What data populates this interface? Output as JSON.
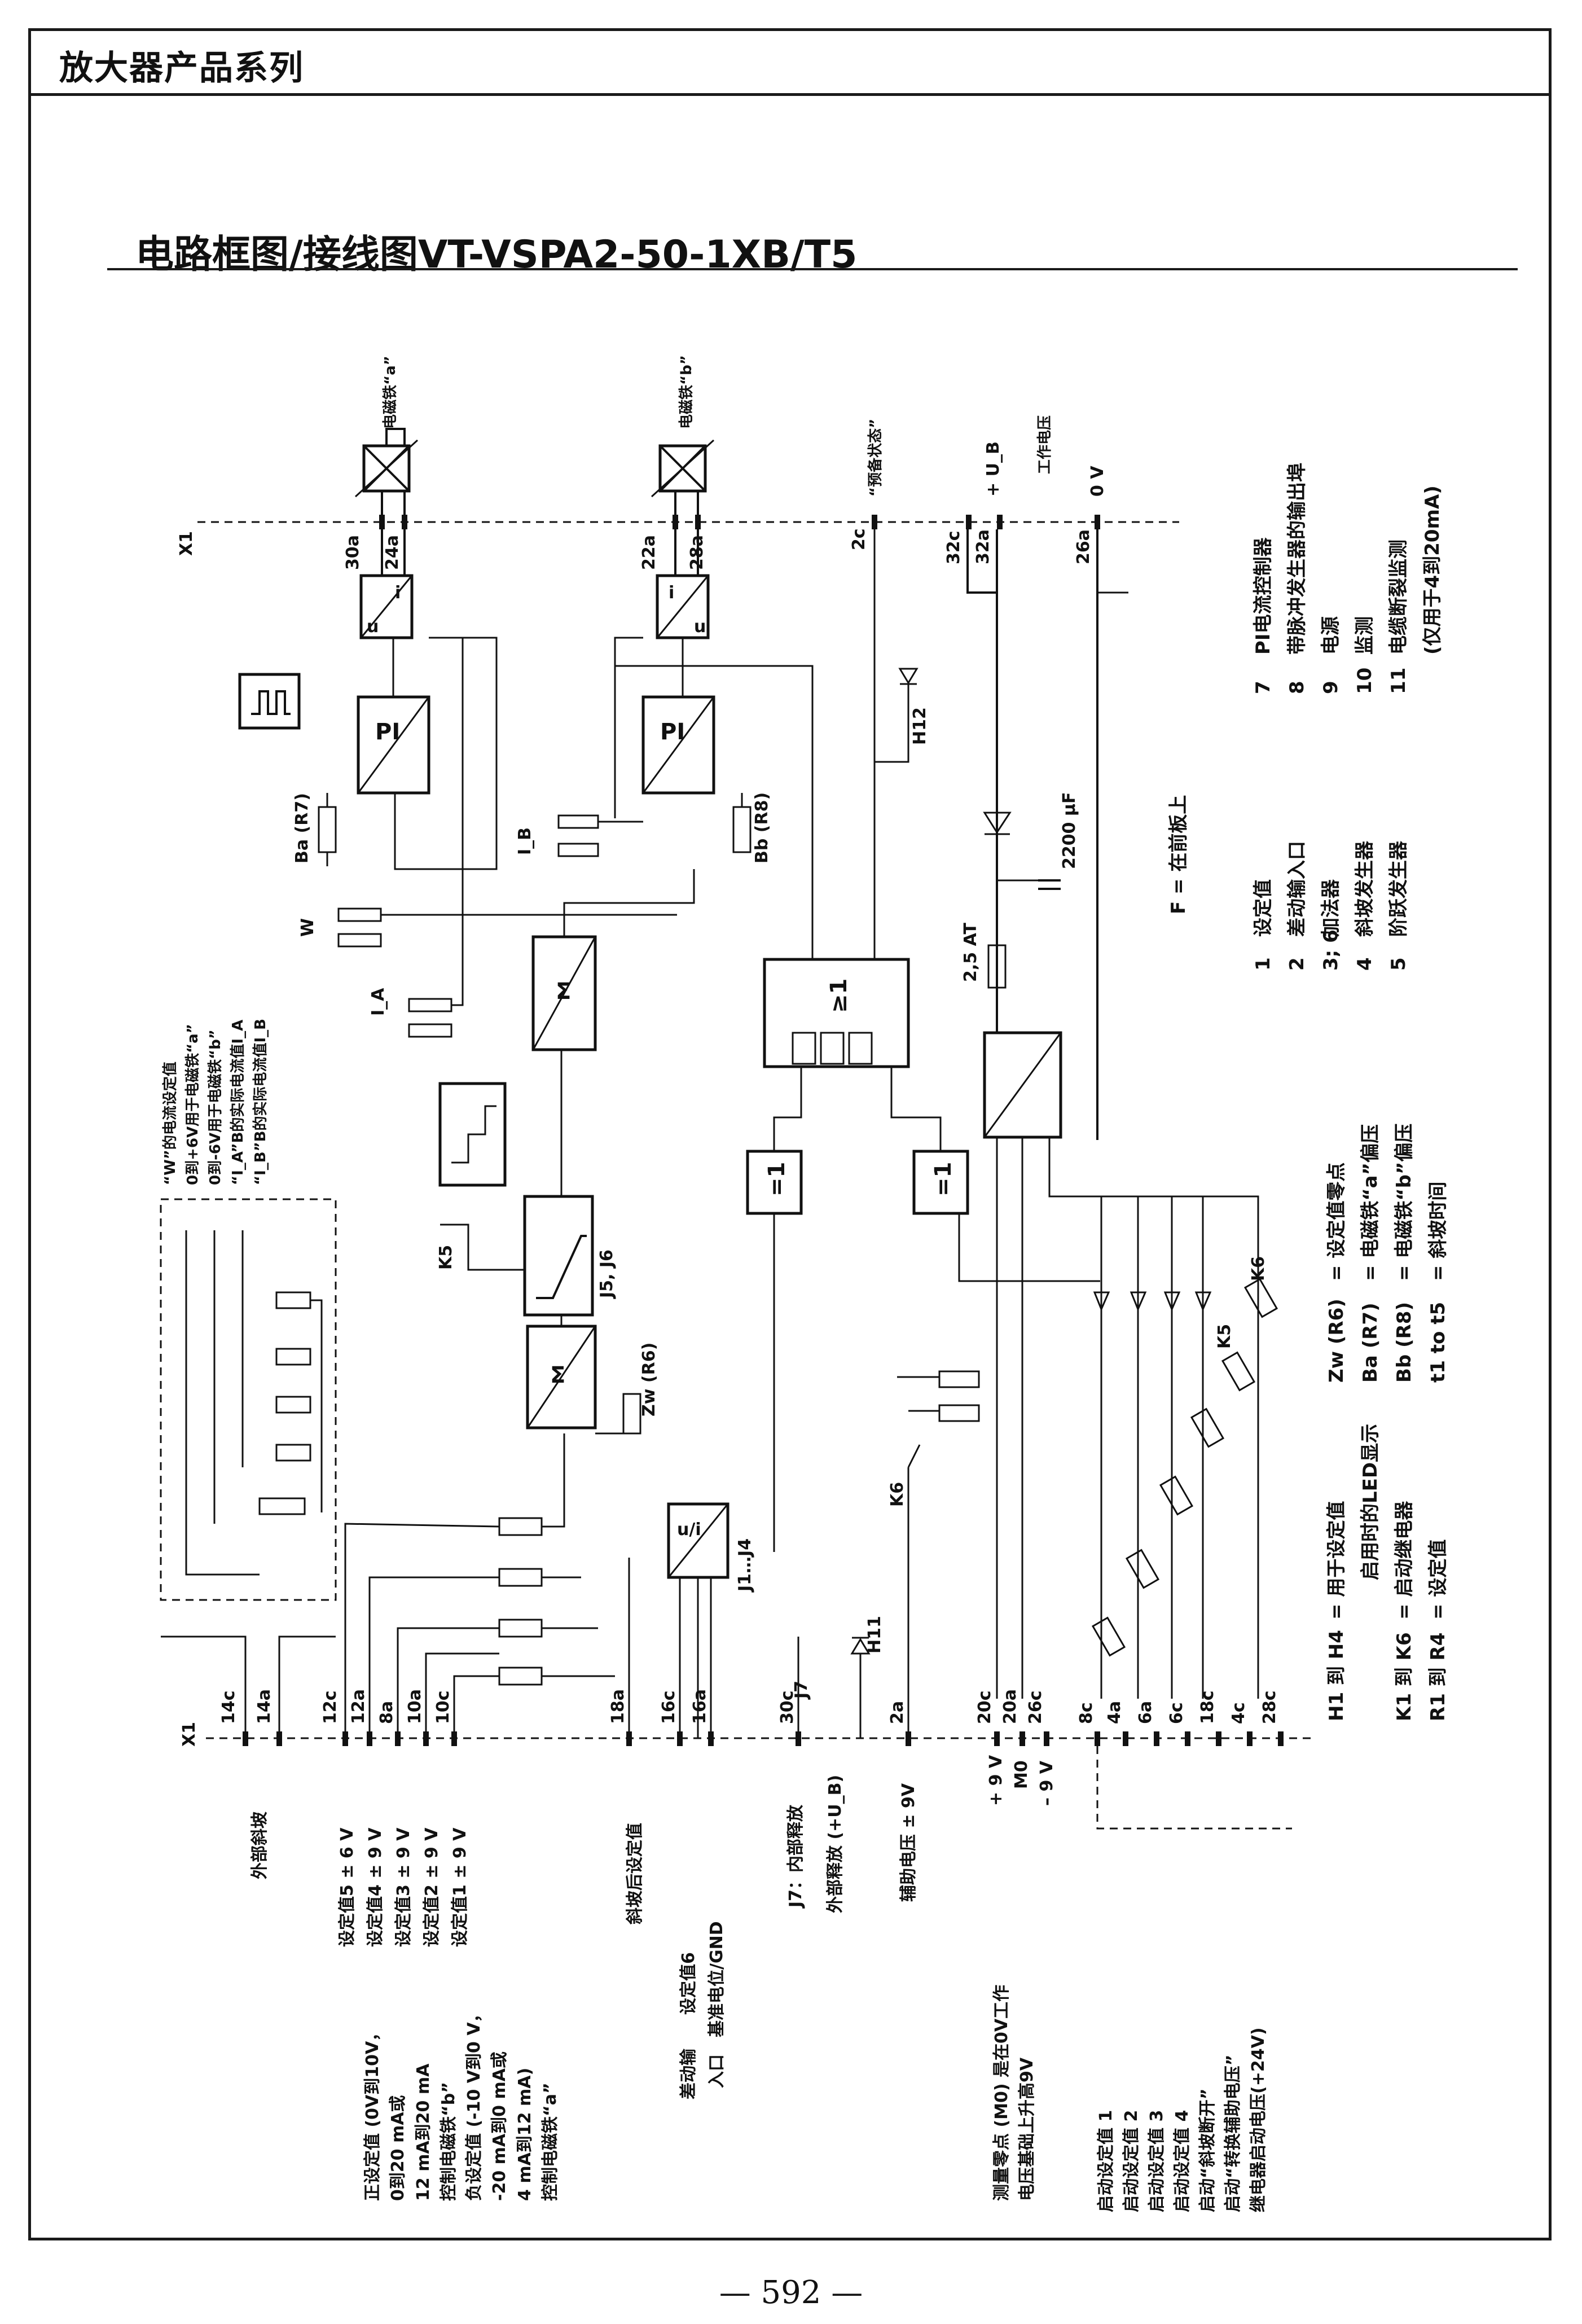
{
  "header": {
    "title": "放大器产品系列"
  },
  "page_title": "电路框图/接线图VT-VSPA2-50-1XB/T5",
  "page_number": "— 592 —",
  "top_labels": {
    "solenoid_a": "电磁铁“a”",
    "solenoid_b": "电磁铁“b”",
    "ready": "“预备状态”",
    "work_voltage": "工作电压",
    "ub": "+ U_B",
    "zero_v": "0 V",
    "x1": "X1"
  },
  "top_pins": [
    "30a",
    "24a",
    "22a",
    "28a",
    "2c",
    "32c",
    "32a",
    "26a"
  ],
  "front_panel_note": "F = 在前板上",
  "legend_numbers": [
    {
      "no": "1",
      "text": "设定值"
    },
    {
      "no": "2",
      "text": "差动输入口"
    },
    {
      "no": "3; 6",
      "text": "加法器"
    },
    {
      "no": "4",
      "text": "斜坡发生器"
    },
    {
      "no": "5",
      "text": "阶跃发生器"
    },
    {
      "no": "7",
      "text": "PI电流控制器"
    },
    {
      "no": "8",
      "text": "带脉冲发生器的输出埠"
    },
    {
      "no": "9",
      "text": "电源"
    },
    {
      "no": "10",
      "text": "监测"
    },
    {
      "no": "11",
      "text": "电缆断裂监测"
    },
    {
      "no": "",
      "text": "(仅用于4到20mA)"
    }
  ],
  "legend_abbrev": [
    {
      "key": "Zw (R6)",
      "text": "= 设定值零点"
    },
    {
      "key": "Ba (R7)",
      "text": "= 电磁铁“a”偏压"
    },
    {
      "key": "Bb (R8)",
      "text": "= 电磁铁“b”偏压"
    },
    {
      "key": "t1 to t5",
      "text": "= 斜坡时间"
    },
    {
      "key": "H1 到 H4",
      "text": "= 用于设定值"
    },
    {
      "key": "",
      "text": "启用时的LED显示"
    },
    {
      "key": "K1 到 K6",
      "text": "= 启动继电器"
    },
    {
      "key": "R1 到 R4",
      "text": "= 设定值"
    }
  ],
  "note_w": [
    "“W”的电流设定值",
    "0到+6V用于电磁铁“a”",
    "0到-6V用于电磁铁“b”",
    "“I_A”B的实际电流值I_A",
    "“I_B”B的实际电流值I_B"
  ],
  "bottom_pins": [
    "14c",
    "14a",
    "12c",
    "12a",
    "8a",
    "10a",
    "10c",
    "18a",
    "16c",
    "16a",
    "30c",
    "2a",
    "20c",
    "20a",
    "26c",
    "8c",
    "4a",
    "6a",
    "6c",
    "18c",
    "4c",
    "28c"
  ],
  "bottom_labels": {
    "ext_ramp": "外部斜坡",
    "set5": "设定值5 ± 6 V",
    "set4": "设定值4 ± 9 V",
    "set3": "设定值3 ± 9 V",
    "set2": "设定值2 ± 9 V",
    "set1": "设定值1 ± 9 V",
    "post_ramp": "斜坡后设定值",
    "set6": "设定值6",
    "ref_gnd": "基准电位/GND",
    "diff_input": "差动输",
    "diff_input2": "入口",
    "j7_internal": "J7：内部释放",
    "ext_release": "外部释放 (+U_B)",
    "aux_voltage": "辅助电压 ± 9V",
    "plus9": "+ 9 V",
    "m0": "M0",
    "minus9": "– 9 V"
  },
  "input_notes": [
    "正设定值 (0V到10V，",
    "0到20 mA或",
    "12 mA到20 mA",
    "控制电磁铁“b”",
    "负设定值 (-10 V到0 V，",
    "-20 mA到0 mA或",
    "4 mA到12 mA)",
    "控制电磁铁“a”"
  ],
  "zero_notes": [
    "测量零点 (M0) 是在0V工作",
    "电压基础上升高9V"
  ],
  "relay_notes": [
    "启动设定值 1",
    "启动设定值 2",
    "启动设定值 3",
    "启动设定值 4",
    "启动“斜坡断开”",
    "启动“转换辅助电压”",
    "继电器启动电压(+24V)"
  ],
  "component_labels": {
    "pi": "PI",
    "sigma": "Σ",
    "ge1": "≥1",
    "eq1": "=1",
    "ba": "Ba (R7)",
    "bb": "Bb (R8)",
    "zw": "Zw (R6)",
    "cap": "2200 µF",
    "fuse": "2,5 AT",
    "j56": "J5, J6",
    "j14": "J1…J4",
    "j7": "J7",
    "h11": "H11",
    "h12": "H12",
    "k5": "K5",
    "k6": "K6",
    "w": "W",
    "ia": "I_A",
    "ib": "I_B",
    "ui": "u/i",
    "u": "u",
    "i": "i"
  }
}
